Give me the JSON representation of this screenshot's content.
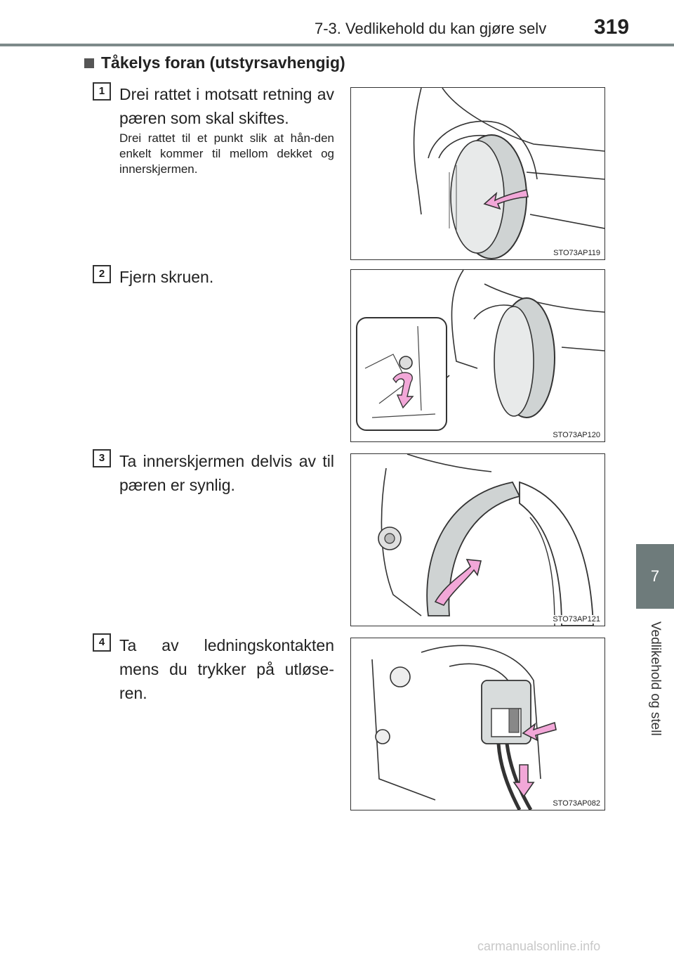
{
  "header": {
    "section_title": "7-3. Vedlikehold du kan gjøre selv",
    "page_number": "319"
  },
  "side_tab": {
    "chapter_number": "7",
    "chapter_label": "Vedlikehold og stell"
  },
  "section": {
    "heading": "Tåkelys foran (utstyrsavhengig)"
  },
  "steps": [
    {
      "number": "1",
      "text": "Drei rattet i motsatt retning av pæren som skal skiftes.",
      "note": "Drei rattet til et punkt slik at hån-den enkelt kommer til mellom dekket og innerskjermen.",
      "figure_code": "STO73AP119",
      "figure_icon": "wheel-turn-illustration"
    },
    {
      "number": "2",
      "text": "Fjern skruen.",
      "figure_code": "STO73AP120",
      "figure_icon": "screw-removal-illustration"
    },
    {
      "number": "3",
      "text": "Ta innerskjermen delvis av til pæren er synlig.",
      "figure_code": "STO73AP121",
      "figure_icon": "fender-liner-illustration"
    },
    {
      "number": "4",
      "text": "Ta av ledningskontakten mens du trykker på utløse-ren.",
      "figure_code": "STO73AP082",
      "figure_icon": "connector-release-illustration"
    }
  ],
  "watermark": "carmanualsonline.info",
  "colors": {
    "arrow_fill": "#f2a7d8",
    "tab_gray": "#6e7b7b",
    "rule_gray": "#7d8a8a"
  }
}
